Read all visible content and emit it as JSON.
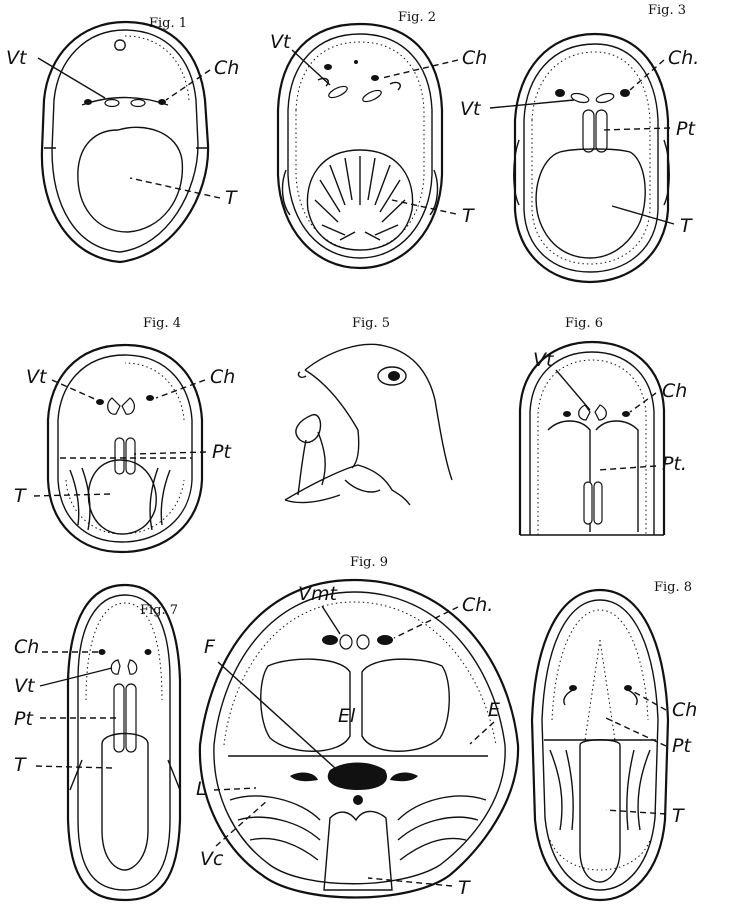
{
  "figures": [
    {
      "id": "fig1",
      "caption": "Fig. 1",
      "labels": [
        "Vt",
        "Ch",
        "T"
      ]
    },
    {
      "id": "fig2",
      "caption": "Fig. 2",
      "labels": [
        "Vt",
        "Ch",
        "T"
      ]
    },
    {
      "id": "fig3",
      "caption": "Fig. 3",
      "labels": [
        "Ch.",
        "Vt",
        "Pt",
        "T"
      ]
    },
    {
      "id": "fig4",
      "caption": "Fig. 4",
      "labels": [
        "Vt",
        "Ch",
        "Pt",
        "T"
      ]
    },
    {
      "id": "fig5",
      "caption": "Fig. 5",
      "labels": []
    },
    {
      "id": "fig6",
      "caption": "Fig. 6",
      "labels": [
        "Vt",
        "Ch",
        "Pt."
      ]
    },
    {
      "id": "fig7",
      "caption": "Fig. 7",
      "labels": [
        "Ch",
        "Vt",
        "Pt",
        "T"
      ]
    },
    {
      "id": "fig8",
      "caption": "Fig. 8",
      "labels": [
        "Ch",
        "Pt",
        "T"
      ]
    },
    {
      "id": "fig9",
      "caption": "Fig. 9",
      "labels": [
        "Vmt",
        "Ch.",
        "F",
        "El",
        "E",
        "L",
        "Vc",
        "T"
      ]
    }
  ]
}
